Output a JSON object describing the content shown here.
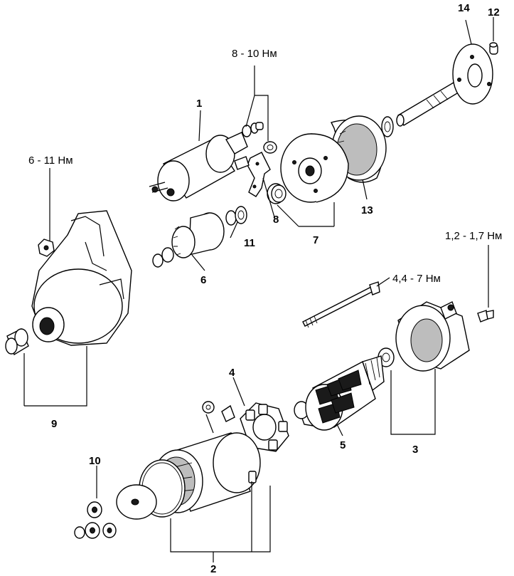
{
  "labels": {
    "p1": "1",
    "p2": "2",
    "p3": "3",
    "p4": "4",
    "p5": "5",
    "p6": "6",
    "p7": "7",
    "p8": "8",
    "p9": "9",
    "p10": "10",
    "p11": "11",
    "p12": "12",
    "p13": "13",
    "p14": "14"
  },
  "torques": {
    "t_solenoid_nuts": "8 - 10 Нм",
    "t_housing_nut": "6 - 11 Нм",
    "t_through_bolt": "4,4 - 7 Нм",
    "t_end_screw": "1,2 - 1,7 Нм"
  }
}
